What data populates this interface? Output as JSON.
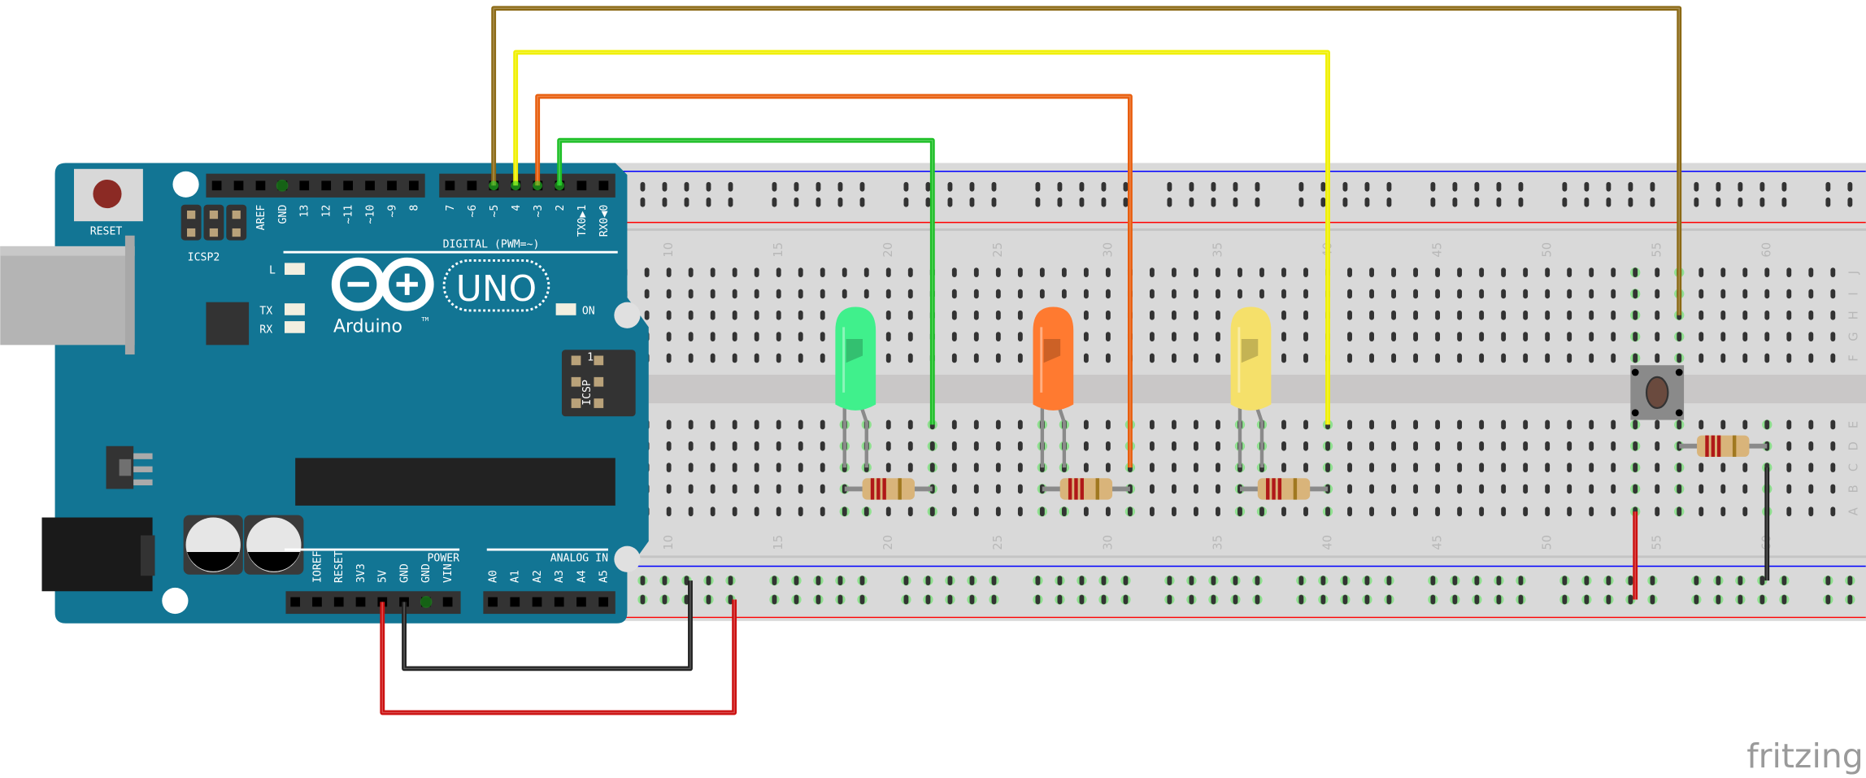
{
  "board": {
    "reset_label": "RESET",
    "icsp2_label": "ICSP2",
    "icsp_label": "ICSP",
    "icsp_pin1": "1",
    "brand": "Arduino",
    "trademark": "TM",
    "model": "UNO",
    "led_l": "L",
    "led_tx": "TX",
    "led_rx": "RX",
    "led_on": "ON",
    "digital_label": "DIGITAL (PWM=~)",
    "power_label": "POWER",
    "analog_label": "ANALOG IN",
    "header_left_pins": [
      "AREF",
      "GND",
      "13",
      "12",
      "~11",
      "~10",
      "~9",
      "8"
    ],
    "header_digital_pins": [
      "7",
      "~6",
      "~5",
      "4",
      "~3",
      "2",
      "TX0▶1",
      "RX0◀0"
    ],
    "power_pins": [
      "IOREF",
      "RESET",
      "3V3",
      "5V",
      "GND",
      "GND",
      "VIN"
    ],
    "analog_pins": [
      "A0",
      "A1",
      "A2",
      "A3",
      "A4",
      "A5"
    ],
    "color": "#127594"
  },
  "breadboard": {
    "column_labels": [
      "10",
      "15",
      "20",
      "25",
      "30",
      "35",
      "40",
      "45",
      "50",
      "55",
      "60"
    ],
    "row_labels_top": [
      "J",
      "I",
      "H",
      "G",
      "F"
    ],
    "row_labels_bottom": [
      "E",
      "D",
      "C",
      "B",
      "A"
    ],
    "rail_colors": {
      "negative": "#0000ff",
      "positive": "#ff0000"
    }
  },
  "components": {
    "leds": [
      {
        "color": "green",
        "fill": "#40f08c",
        "anode_col": 19,
        "cathode_col": 18
      },
      {
        "color": "orange",
        "fill": "#ff7a30",
        "anode_col": 28,
        "cathode_col": 27
      },
      {
        "color": "yellow",
        "fill": "#f5e06a",
        "anode_col": 37,
        "cathode_col": 36
      }
    ],
    "resistors": [
      {
        "row": "B",
        "from_col": 18,
        "to_col": 22
      },
      {
        "row": "B",
        "from_col": 27,
        "to_col": 31
      },
      {
        "row": "B",
        "from_col": 36,
        "to_col": 40
      },
      {
        "row": "D",
        "from_col": 56,
        "to_col": 60
      }
    ],
    "pushbutton": {
      "cols": [
        54,
        56
      ]
    }
  },
  "wires": [
    {
      "name": "pin5-brown",
      "color": "#8b6914",
      "pin": "5",
      "col": 56,
      "row": "H"
    },
    {
      "name": "pin4-yellow",
      "color": "#f0f000",
      "pin": "4",
      "col": 40,
      "row": "E"
    },
    {
      "name": "pin3-orange",
      "color": "#e85d0c",
      "pin": "3",
      "col": 31,
      "row": "C"
    },
    {
      "name": "pin2-green",
      "color": "#1cbf25",
      "pin": "2",
      "col": 22,
      "row": "E"
    }
  ],
  "power_wires": [
    {
      "name": "5v-red",
      "color": "#cc1010",
      "pin": "5V",
      "rail": "positive"
    },
    {
      "name": "gnd-black",
      "color": "#222222",
      "pin": "GND",
      "rail": "negative"
    }
  ],
  "jumpers": [
    {
      "name": "button-red",
      "color": "#cc1010",
      "col": 54,
      "row": "A",
      "rail": "positive"
    },
    {
      "name": "resistor-black",
      "color": "#222222",
      "col": 60,
      "row": "C",
      "rail": "negative"
    }
  ],
  "logo": "fritzing"
}
